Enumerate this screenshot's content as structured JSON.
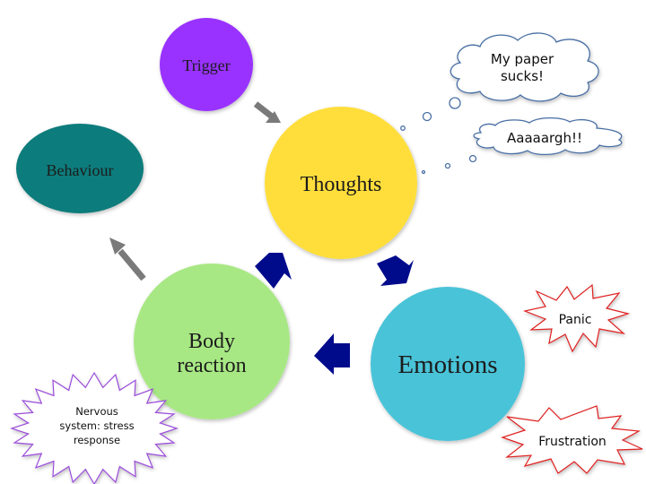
{
  "diagram": {
    "type": "cognitive-behavioural-cycle",
    "nodes": [
      {
        "id": "trigger",
        "label_lines": [
          "Trigger"
        ],
        "color": "#9933FF",
        "shape": "circle"
      },
      {
        "id": "behaviour",
        "label_lines": [
          "Behaviour"
        ],
        "color": "#0E7B7B",
        "shape": "ellipse"
      },
      {
        "id": "thoughts",
        "label_lines": [
          "Thoughts"
        ],
        "color": "#FFDE3A",
        "shape": "circle"
      },
      {
        "id": "emotions",
        "label_lines": [
          "Emotions"
        ],
        "color": "#48C3D8",
        "shape": "circle"
      },
      {
        "id": "body",
        "label_lines": [
          "Body",
          "reaction"
        ],
        "color": "#A8E884",
        "shape": "circle"
      }
    ],
    "edges": [
      {
        "from": "trigger",
        "to": "thoughts",
        "style": "thin",
        "color": "#7A7A7A"
      },
      {
        "from": "body",
        "to": "behaviour",
        "style": "thin",
        "color": "#7A7A7A"
      },
      {
        "from": "thoughts",
        "to": "emotions",
        "style": "block",
        "color": "#000B8C"
      },
      {
        "from": "emotions",
        "to": "body",
        "style": "block",
        "color": "#000B8C"
      },
      {
        "from": "body",
        "to": "thoughts",
        "style": "block",
        "color": "#000B8C"
      }
    ],
    "thought_clouds": [
      {
        "id": "cloud-paper",
        "label_lines": [
          "My paper",
          "sucks!"
        ],
        "stroke": "#4A6FA5"
      },
      {
        "id": "cloud-aaargh",
        "label_lines": [
          "Aaaaargh!!"
        ],
        "stroke": "#4A6FA5"
      }
    ],
    "starbursts": [
      {
        "id": "burst-panic",
        "label_lines": [
          "Panic"
        ],
        "stroke": "#E02020",
        "attached_to": "emotions"
      },
      {
        "id": "burst-frustration",
        "label_lines": [
          "Frustration"
        ],
        "stroke": "#E02020",
        "attached_to": "emotions"
      },
      {
        "id": "burst-nervous",
        "label_lines": [
          "Nervous",
          "system: stress",
          "response"
        ],
        "stroke": "#9B4DDB",
        "attached_to": "body"
      }
    ]
  }
}
